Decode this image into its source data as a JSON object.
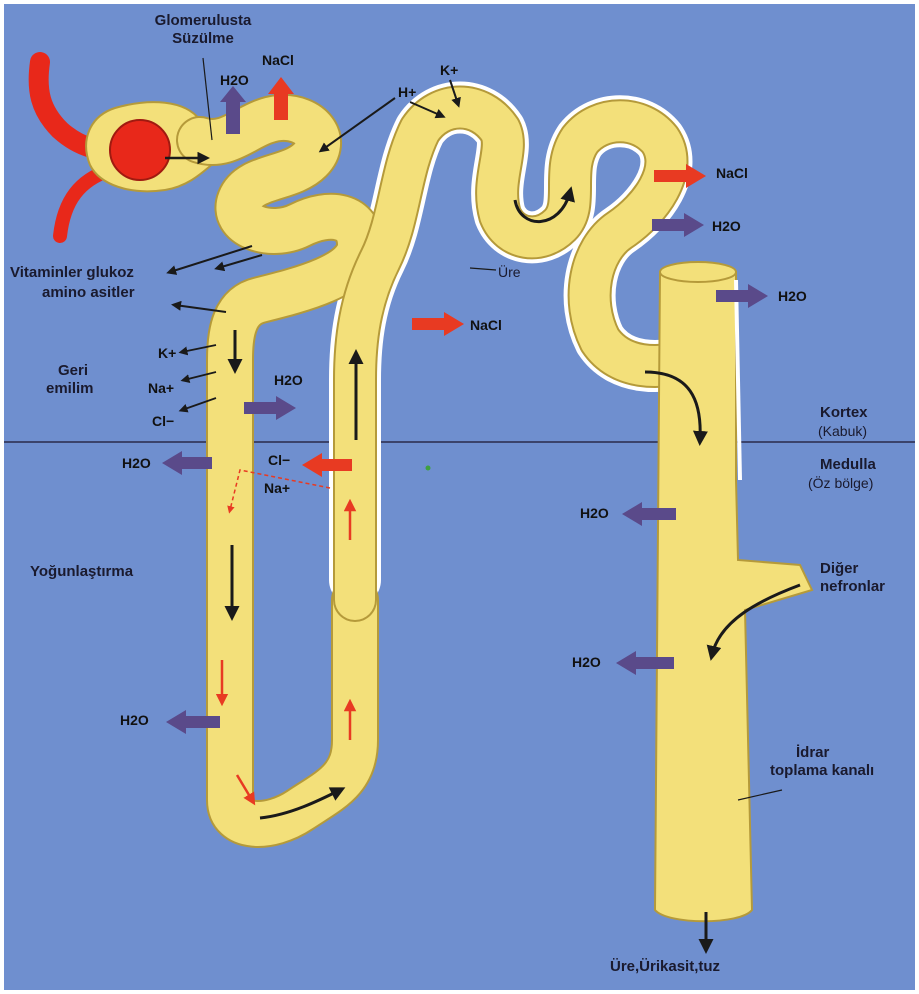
{
  "colors": {
    "background": "#6f8fcf",
    "tubule": "#f3e07a",
    "tubule_outline": "#c9a83a",
    "sheath": "#ffffff",
    "blood": "#e8281a",
    "red_arrow": "#e83a22",
    "purple_arrow": "#5a4a8a",
    "line": "#1a1a1a"
  },
  "labels": {
    "glomerulus_title_1": "Glomerulusta",
    "glomerulus_title_2": "Süzülme",
    "h2o_top": "H2O",
    "nacl_top": "NaCl",
    "h_plus": "H+",
    "k_plus_top": "K+",
    "nacl_right1": "NaCl",
    "h2o_right1": "H2O",
    "h2o_right2": "H2O",
    "ure_label": "Üre",
    "nacl_mid": "NaCl",
    "vitamins_1": "Vitaminler glukoz",
    "vitamins_2": "amino asitler",
    "reabsorption_1": "Geri",
    "reabsorption_2": "emilim",
    "k_plus": "K+",
    "na_plus": "Na+",
    "cl_minus": "Cl−",
    "h2o_mid": "H2O",
    "cortex": "Kortex",
    "cortex_sub": "(Kabuk)",
    "medulla": "Medulla",
    "medulla_sub": "(Öz bölge)",
    "h2o_left1": "H2O",
    "cl_minus_mid": "Cl−",
    "na_plus_mid": "Na+",
    "h2o_collect1": "H2O",
    "concentration": "Yoğunlaştırma",
    "other_nephrons_1": "Diğer",
    "other_nephrons_2": "nefronlar",
    "h2o_collect2": "H2O",
    "h2o_left2": "H2O",
    "urine_1": "İdrar",
    "urine_2": "toplama kanalı",
    "output": "Üre,Ürikasit,tuz"
  }
}
